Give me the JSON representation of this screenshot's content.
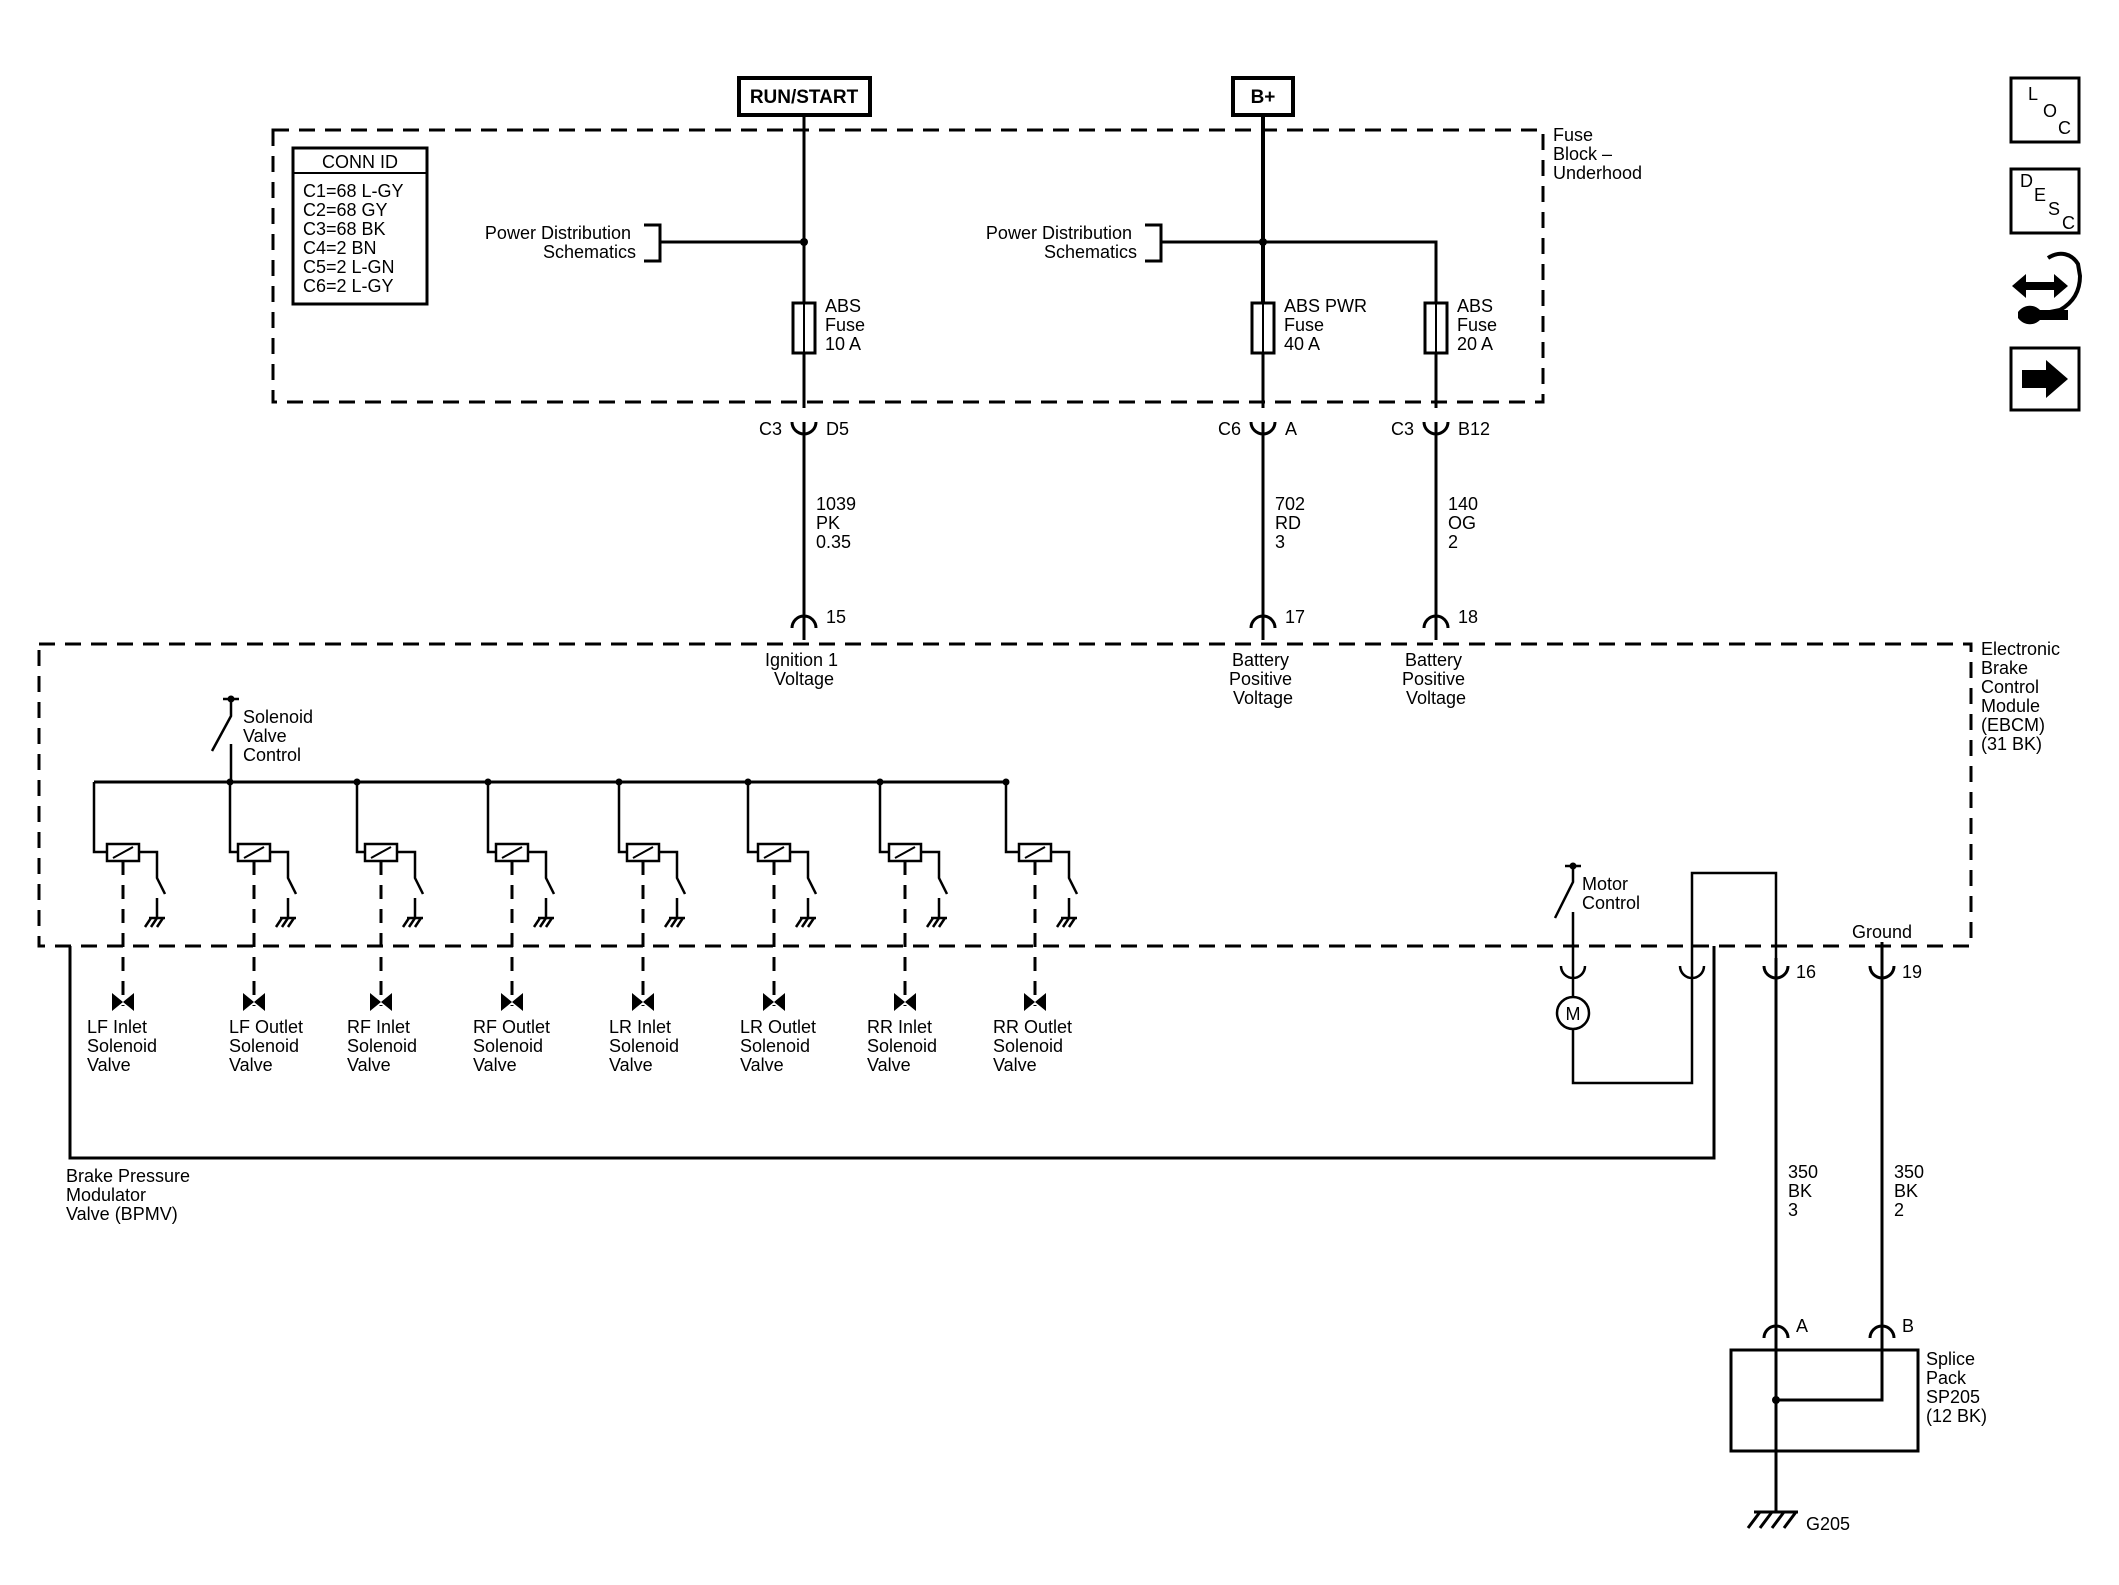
{
  "power_sources": {
    "run_start": "RUN/START",
    "battery": "B+"
  },
  "fuse_block": {
    "title": [
      "Fuse",
      "Block –",
      "Underhood"
    ],
    "conn_id": {
      "header": "CONN ID",
      "rows": [
        "C1=68 L-GY",
        "C2=68 GY",
        "C3=68 BK",
        "C4=2 BN",
        "C5=2 L-GN",
        "C6=2 L-GY"
      ]
    },
    "power_dist_left": [
      "Power Distribution",
      "Schematics"
    ],
    "power_dist_right": [
      "Power Distribution",
      "Schematics"
    ],
    "fuses": [
      {
        "name": "ABS",
        "word": "Fuse",
        "rating": "10 A"
      },
      {
        "name": "ABS PWR",
        "word": "Fuse",
        "rating": "40 A"
      },
      {
        "name": "ABS",
        "word": "Fuse",
        "rating": "20 A"
      }
    ],
    "connectors": [
      {
        "conn": "C3",
        "pin": "D5"
      },
      {
        "conn": "C6",
        "pin": "A"
      },
      {
        "conn": "C3",
        "pin": "B12"
      }
    ]
  },
  "wires": [
    {
      "circuit": "1039",
      "color": "PK",
      "gauge": "0.35"
    },
    {
      "circuit": "702",
      "color": "RD",
      "gauge": "3"
    },
    {
      "circuit": "140",
      "color": "OG",
      "gauge": "2"
    }
  ],
  "ebcm": {
    "title": [
      "Electronic",
      "Brake",
      "Control",
      "Module",
      "(EBCM)",
      "(31 BK)"
    ],
    "pins": [
      {
        "pin": "15",
        "label": [
          "Ignition 1",
          "Voltage"
        ]
      },
      {
        "pin": "17",
        "label": [
          "Battery",
          "Positive",
          "Voltage"
        ]
      },
      {
        "pin": "18",
        "label": [
          "Battery",
          "Positive",
          "Voltage"
        ]
      }
    ],
    "solenoid_control": [
      "Solenoid",
      "Valve",
      "Control"
    ],
    "motor_control": [
      "Motor",
      "Control"
    ],
    "ground_label": "Ground",
    "pin_16": "16",
    "pin_19": "19",
    "motor_symbol": "M"
  },
  "valves": [
    [
      "LF Inlet",
      "Solenoid",
      "Valve"
    ],
    [
      "LF Outlet",
      "Solenoid",
      "Valve"
    ],
    [
      "RF Inlet",
      "Solenoid",
      "Valve"
    ],
    [
      "RF Outlet",
      "Solenoid",
      "Valve"
    ],
    [
      "LR Inlet",
      "Solenoid",
      "Valve"
    ],
    [
      "LR Outlet",
      "Solenoid",
      "Valve"
    ],
    [
      "RR Inlet",
      "Solenoid",
      "Valve"
    ],
    [
      "RR Outlet",
      "Solenoid",
      "Valve"
    ]
  ],
  "bpmv": [
    "Brake Pressure",
    "Modulator",
    "Valve (BPMV)"
  ],
  "ground_wires": [
    {
      "circuit": "350",
      "color": "BK",
      "gauge": "3"
    },
    {
      "circuit": "350",
      "color": "BK",
      "gauge": "2"
    }
  ],
  "splice": {
    "pin_a": "A",
    "pin_b": "B",
    "label": [
      "Splice",
      "Pack",
      "SP205",
      "(12 BK)"
    ],
    "ground": "G205"
  },
  "side_icons": {
    "loc": [
      "L",
      "O",
      "C"
    ],
    "desc": [
      "D",
      "E",
      "S",
      "C"
    ],
    "tools_icon": "wrench-arrows-icon",
    "next_icon": "right-arrow-icon"
  }
}
